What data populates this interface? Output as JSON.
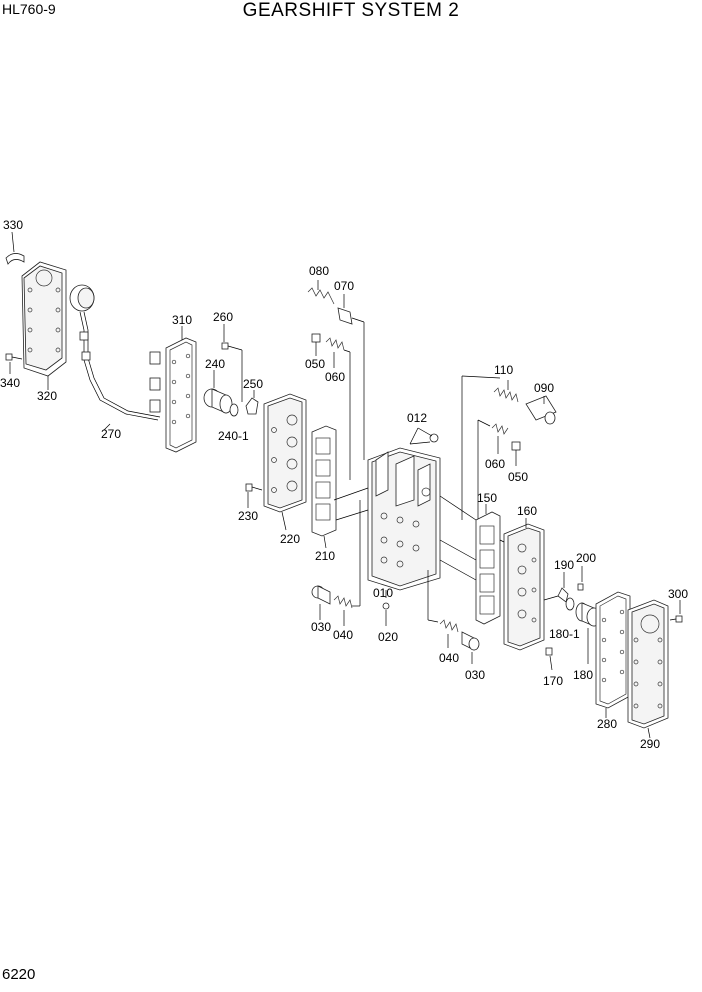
{
  "header": {
    "model": "HL760-9",
    "title": "GEARSHIFT SYSTEM 2"
  },
  "footer": {
    "page_number": "6220"
  },
  "callouts": {
    "p330": "330",
    "p340": "340",
    "p320": "320",
    "p270": "270",
    "p310": "310",
    "p260": "260",
    "p240": "240",
    "p250": "250",
    "p240_1": "240-1",
    "p230": "230",
    "p220": "220",
    "p210": "210",
    "p080": "080",
    "p070": "070",
    "p050a": "050",
    "p060a": "060",
    "p110": "110",
    "p090": "090",
    "p012": "012",
    "p060b": "060",
    "p050b": "050",
    "p150": "150",
    "p160": "160",
    "p190": "190",
    "p200": "200",
    "p010": "010",
    "p030a": "030",
    "p040a": "040",
    "p020": "020",
    "p180_1": "180-1",
    "p300": "300",
    "p040b": "040",
    "p030b": "030",
    "p170": "170",
    "p180": "180",
    "p280": "280",
    "p290": "290"
  }
}
